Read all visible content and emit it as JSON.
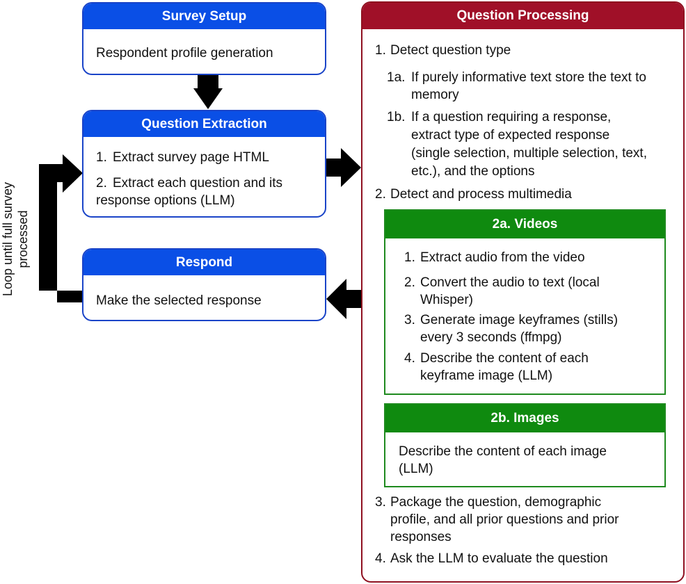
{
  "survey_setup": {
    "title": "Survey Setup",
    "body": "Respondent profile generation"
  },
  "question_extraction": {
    "title": "Question Extraction",
    "steps": [
      {
        "num": "1.",
        "lines": [
          "Extract survey page HTML"
        ]
      },
      {
        "num": "2.",
        "lines": [
          "Extract each question and its",
          "response options (LLM)"
        ]
      }
    ]
  },
  "respond": {
    "title": "Respond",
    "body": "Make the selected response"
  },
  "loop_label": {
    "lines": [
      "Loop until full survey",
      "processed"
    ]
  },
  "question_processing": {
    "title": "Question Processing",
    "step1": {
      "num": "1.",
      "text": "Detect question type"
    },
    "step1a": {
      "num": "1a.",
      "lines": [
        "If purely informative text store the text to",
        "memory"
      ]
    },
    "step1b": {
      "num": "1b.",
      "lines": [
        "If a question requiring a response,",
        "extract type of expected response",
        "(single selection, multiple selection, text,",
        "etc.), and the options"
      ]
    },
    "step2": {
      "num": "2.",
      "text": "Detect and process multimedia"
    },
    "videos": {
      "title": "2a. Videos",
      "steps": [
        {
          "num": "1.",
          "lines": [
            "Extract audio from the video"
          ]
        },
        {
          "num": "2.",
          "lines": [
            "Convert the audio to text (local",
            "Whisper)"
          ]
        },
        {
          "num": "3.",
          "lines": [
            "Generate image keyframes (stills)",
            "every 3 seconds (ffmpg)"
          ]
        },
        {
          "num": "4.",
          "lines": [
            "Describe the content of each",
            "keyframe image (LLM)"
          ]
        }
      ]
    },
    "images": {
      "title": "2b. Images",
      "lines": [
        "Describe the content of each image",
        "(LLM)"
      ]
    },
    "step3": {
      "num": "3.",
      "lines": [
        "Package the question, demographic",
        "profile, and all prior questions and prior",
        "responses"
      ]
    },
    "step4": {
      "num": "4.",
      "text": "Ask the LLM to evaluate the question"
    }
  }
}
